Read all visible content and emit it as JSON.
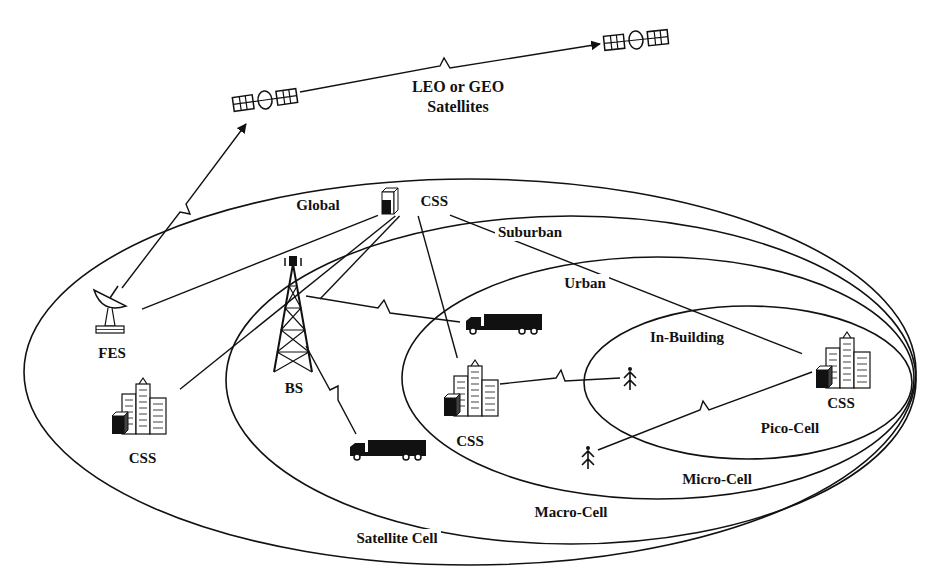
{
  "diagram": {
    "nodes": [
      {
        "text": [
          "Global",
          "Satellite Cell"
        ]
      },
      {
        "text": [
          "CSS"
        ],
        "in": 0
      },
      {
        "text": [
          "Suburban",
          "Macro-Cell"
        ],
        "in": 0
      },
      {
        "text": [
          "Urban",
          "Micro-Cell"
        ],
        "in": 2
      },
      {
        "text": [
          "In-Building",
          "Pico-Cell"
        ],
        "in": 3
      },
      {
        "text": [
          "FES"
        ],
        "in": 0
      },
      {
        "text": [
          "BS"
        ],
        "in": 2
      },
      {
        "text": [
          "CSS"
        ],
        "in": 4
      },
      {
        "text": [
          "CSS"
        ],
        "in": 0
      },
      {
        "text": [
          "CSS"
        ],
        "in": 3
      }
    ],
    "edges": [
      {
        "from": 1,
        "to": 5,
        "arrow": "none"
      },
      {
        "from": 1,
        "to": 8,
        "arrow": "none"
      },
      {
        "from": 1,
        "to": 6,
        "arrow": "none"
      },
      {
        "from": 1,
        "to": 9,
        "arrow": "none"
      },
      {
        "from": 1,
        "to": 7,
        "arrow": "none"
      }
    ],
    "labels": [
      "LEO or GEO Satellites"
    ]
  }
}
